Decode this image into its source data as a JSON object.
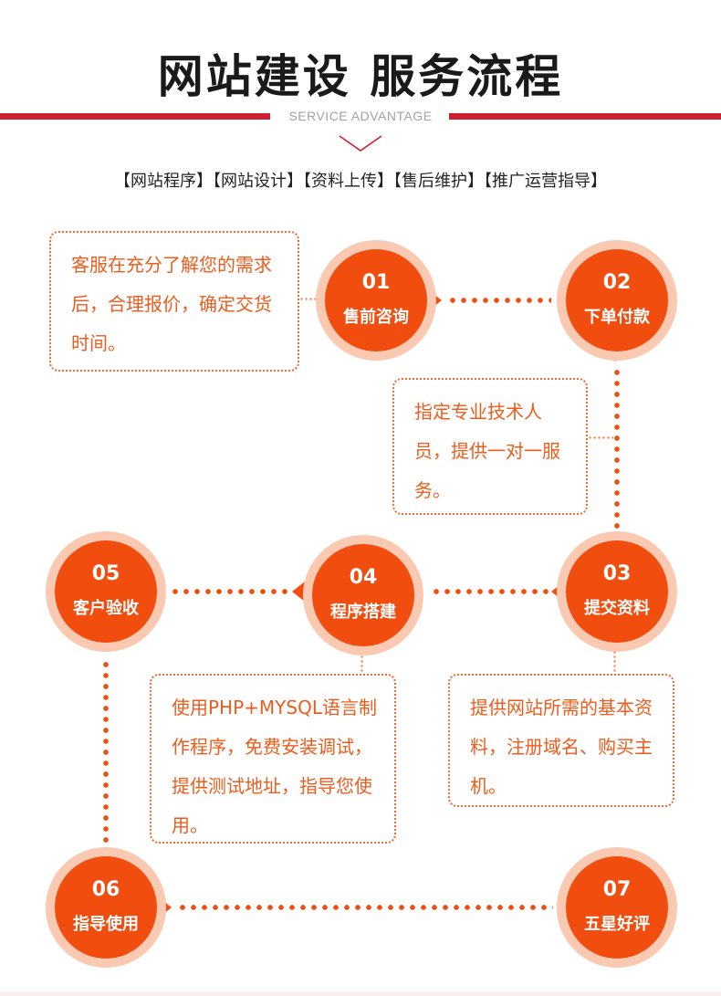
{
  "title": "网站建设  服务流程",
  "subtitle": "SERVICE ADVANTAGE",
  "tags": "【网站程序】【网站设计】【资料上传】【售后维护】【推广运营指导】",
  "colors": {
    "accent": "#f14d0f",
    "ring": "#f9c9b2",
    "rule": "#cc1f2f",
    "text_orange": "#ee5c1c"
  },
  "steps": [
    {
      "num": "01",
      "label": "售前咨询"
    },
    {
      "num": "02",
      "label": "下单付款"
    },
    {
      "num": "03",
      "label": "提交资料"
    },
    {
      "num": "04",
      "label": "程序搭建"
    },
    {
      "num": "05",
      "label": "客户验收"
    },
    {
      "num": "06",
      "label": "指导使用"
    },
    {
      "num": "07",
      "label": "五星好评"
    }
  ],
  "notes": {
    "n1": "客服在充分了解您的需求后，合理报价，确定交货时间。",
    "n2": "指定专业技术人员，提供一对一服务。",
    "n3": "提供网站所需的基本资料，注册域名、购买主机。",
    "n4": "使用PHP+MYSQL语言制作程序，免费安装调试，提供测试地址，指导您使用。"
  }
}
